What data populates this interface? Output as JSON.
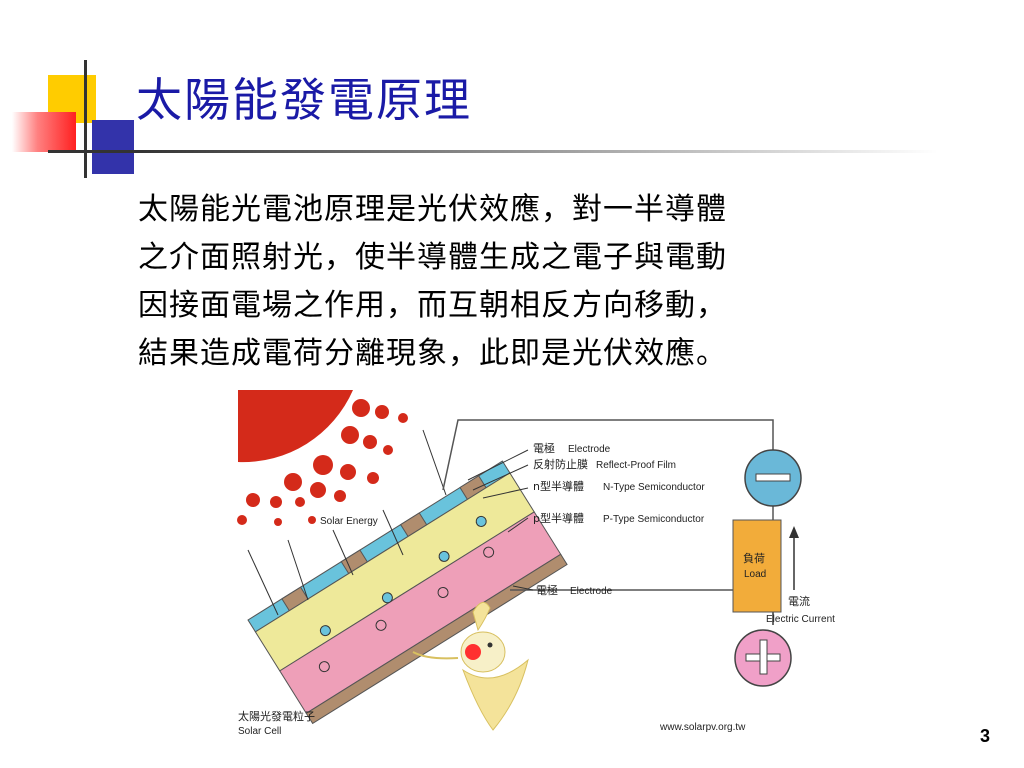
{
  "slide": {
    "title": "太陽能發電原理",
    "body": "太陽能光電池原理是光伏效應，對一半導體\n之介面照射光，使半導體生成之電子與電動\n因接面電場之作用，而互朝相反方向移動，\n結果造成電荷分離現象，此即是光伏效應。",
    "page_number": "3"
  },
  "diagram": {
    "solar_energy": "Solar Energy",
    "electrode_top_cn": "電極",
    "electrode_top_en": "Electrode",
    "reflect_film_cn": "反射防止膜",
    "reflect_film_en": "Reflect-Proof Film",
    "n_type_cn": "n型半導體",
    "n_type_en": "N-Type Semiconductor",
    "p_type_cn": "p型半導體",
    "p_type_en": "P-Type Semiconductor",
    "electrode_bottom_cn": "電極",
    "electrode_bottom_en": "Electrode",
    "load_cn": "負荷",
    "load_en": "Load",
    "current_cn": "電流",
    "current_en": "Electric Current",
    "solar_cell_cn": "太陽光發電粒子",
    "solar_cell_en": "Solar Cell",
    "website": "www.solarpv.org.tw",
    "colors": {
      "sun": "#d42a1a",
      "film": "#69c3dc",
      "n_type": "#eee99a",
      "p_type": "#ee9fb8",
      "electrode": "#b08d6e",
      "negative": "#6ab8d8",
      "positive": "#f0a0c8",
      "load": "#f2ac3a"
    },
    "icons": [
      "minus-icon",
      "plus-icon",
      "bird-illustration"
    ]
  }
}
